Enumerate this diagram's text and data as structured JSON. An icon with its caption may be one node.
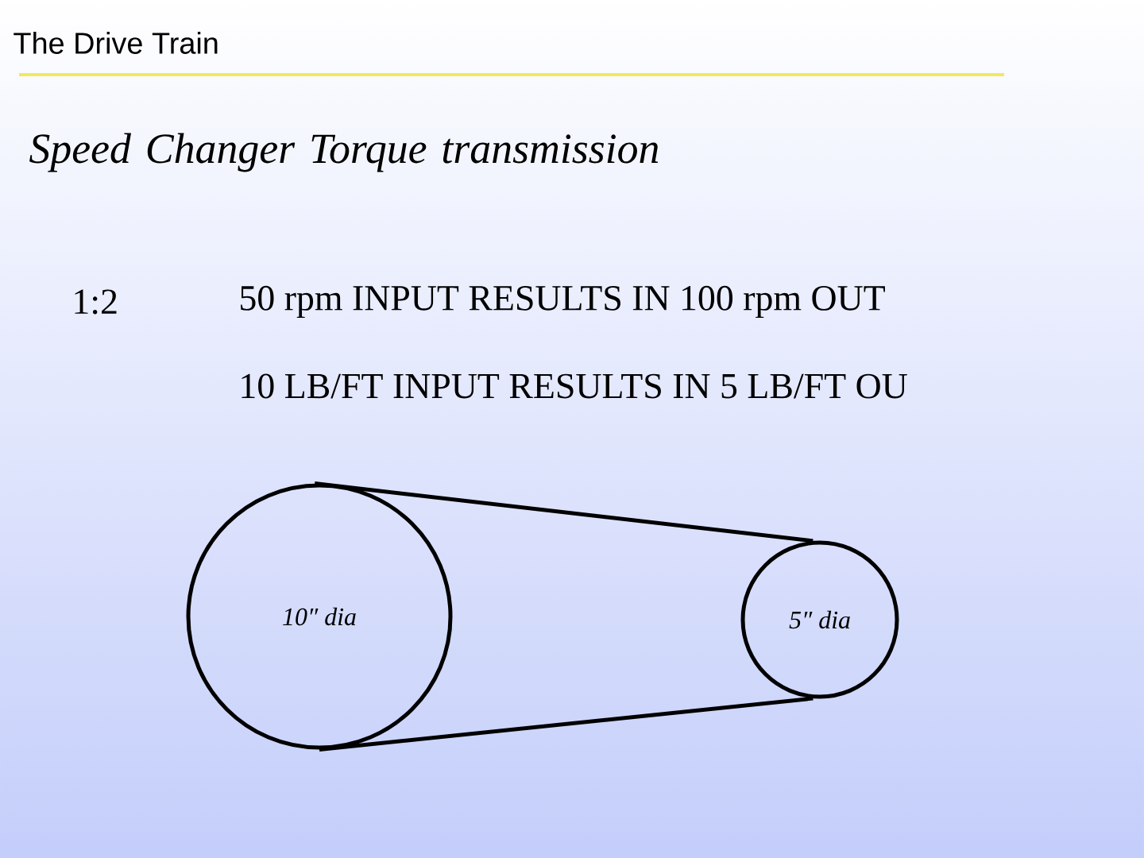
{
  "diagram": {
    "title": "The Drive Train",
    "nodes": [
      {
        "text": [
          "10″ dia"
        ]
      },
      {
        "text": [
          "5″ dia"
        ]
      }
    ],
    "edges": [
      {
        "from": 0,
        "to": 1,
        "arrow": "none"
      },
      {
        "from": 0,
        "to": 1,
        "arrow": "none"
      }
    ],
    "labels": [
      "Speed Changer Torque transmission",
      "1:2",
      "50 rpm INPUT RESULTS IN 100 rpm OUT",
      "10 LB/FT INPUT RESULTS IN 5 LB/FT OU"
    ]
  }
}
